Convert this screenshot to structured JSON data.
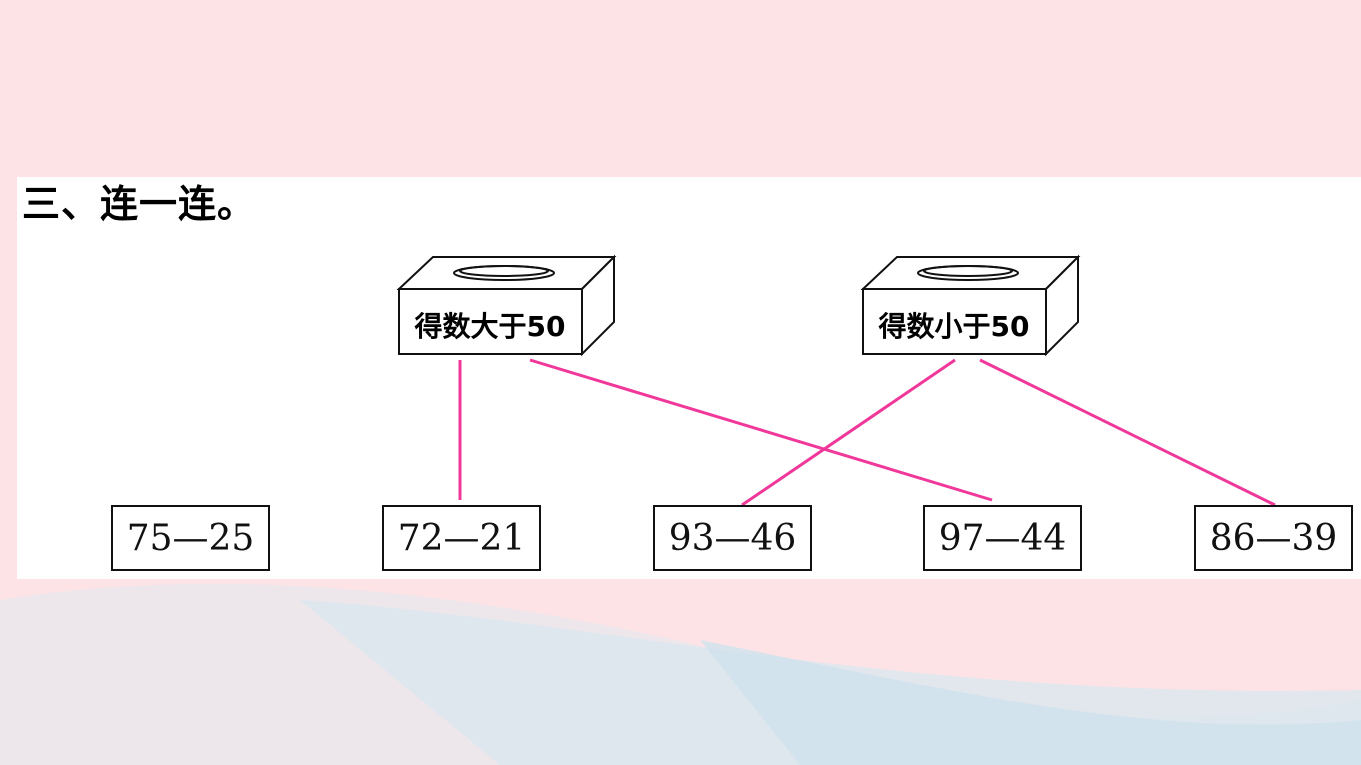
{
  "title": "三、连一连。",
  "boxes": [
    {
      "label": "得数大于50"
    },
    {
      "label": "得数小于50"
    }
  ],
  "expressions": [
    "75—25",
    "72—21",
    "93—46",
    "97—44",
    "86—39"
  ],
  "colors": {
    "background": "#fde3e6",
    "wave": "#dbe7ef",
    "line": "#f0389a"
  }
}
